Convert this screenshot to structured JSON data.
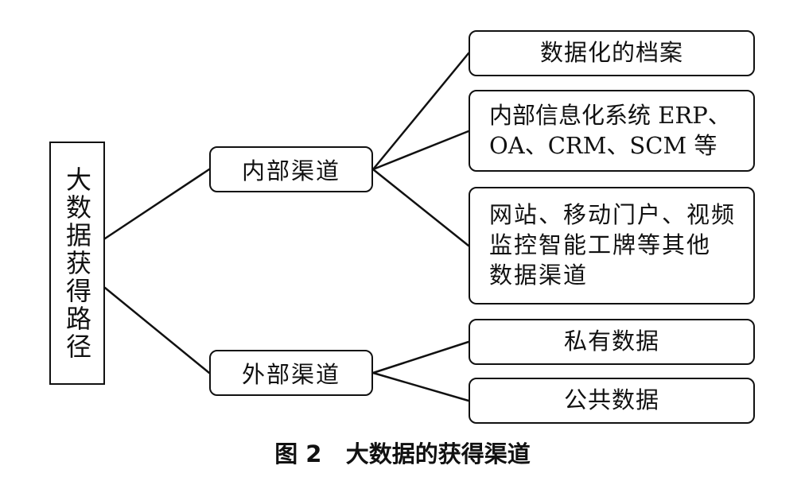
{
  "root": {
    "label": "大数据获得路径"
  },
  "branches": [
    {
      "label": "内部渠道",
      "children": [
        {
          "label": "数据化的档案"
        },
        {
          "label": "内部信息化系统 ERP、\nOA、CRM、SCM 等"
        },
        {
          "label": "网站、移动门户、视频\n监控智能工牌等其他\n数据渠道"
        }
      ]
    },
    {
      "label": "外部渠道",
      "children": [
        {
          "label": "私有数据"
        },
        {
          "label": "公共数据"
        }
      ]
    }
  ],
  "caption": "图 2   大数据的获得渠道"
}
